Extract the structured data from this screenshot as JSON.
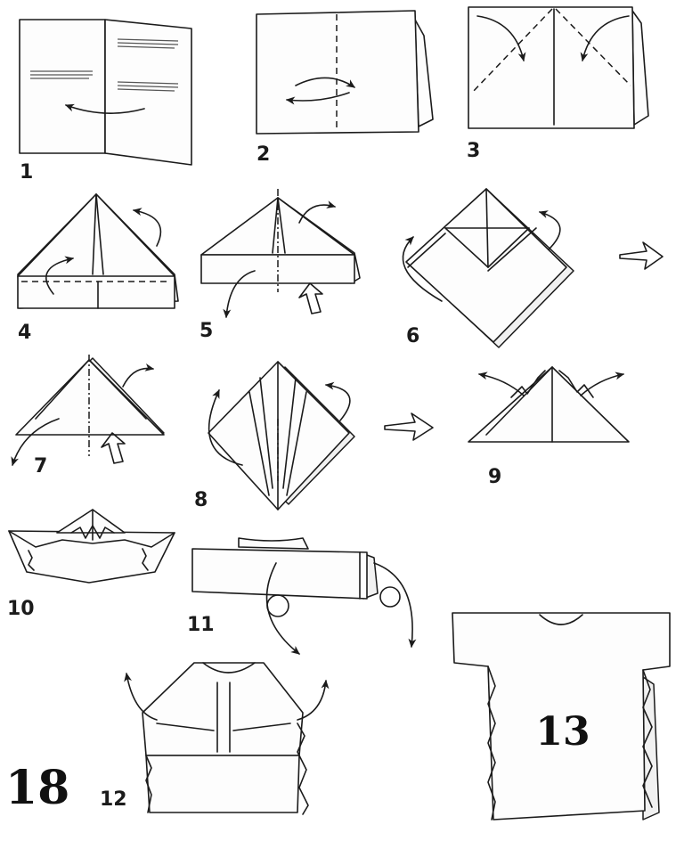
{
  "figure_number": "18",
  "steps": [
    {
      "label": "1"
    },
    {
      "label": "2"
    },
    {
      "label": "3"
    },
    {
      "label": "4"
    },
    {
      "label": "5"
    },
    {
      "label": "6"
    },
    {
      "label": "7"
    },
    {
      "label": "8"
    },
    {
      "label": "9"
    },
    {
      "label": "10"
    },
    {
      "label": "11"
    },
    {
      "label": "12"
    },
    {
      "label": "13"
    }
  ],
  "shirt_number": "13",
  "icons": [
    "curved-arrow-icon",
    "hollow-arrow-icon",
    "turn-over-icon"
  ]
}
